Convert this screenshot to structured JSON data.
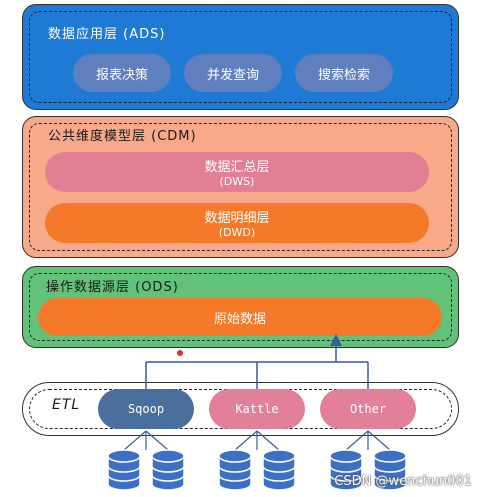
{
  "ads": {
    "title": "数据应用层 (ADS)",
    "items": [
      "报表决策",
      "并发查询",
      "搜索检索"
    ]
  },
  "cdm": {
    "title": "公共维度模型层 (CDM)",
    "dws": {
      "label": "数据汇总层",
      "code": "(DWS)"
    },
    "dwd": {
      "label": "数据明细层",
      "code": "(DWD)"
    }
  },
  "ods": {
    "title": "操作数据源层 (ODS)",
    "raw": "原始数据"
  },
  "etl": {
    "title": "ETL",
    "tools": [
      "Sqoop",
      "Kattle",
      "Other"
    ]
  },
  "watermark": "CSDN @wenchun001",
  "colors": {
    "ads_bg": "#1f7ad6",
    "cdm_bg": "#f7a98a",
    "ods_bg": "#62c27a",
    "dws": "#e37f95",
    "dwd": "#f47a29",
    "raw": "#f47a29",
    "sqoop": "#4a6e9e",
    "kattle": "#e2809a",
    "other": "#e2809a",
    "db": "#3d6fc4",
    "arrow": "#3b5b9a"
  },
  "icons": [
    "database-icon"
  ]
}
